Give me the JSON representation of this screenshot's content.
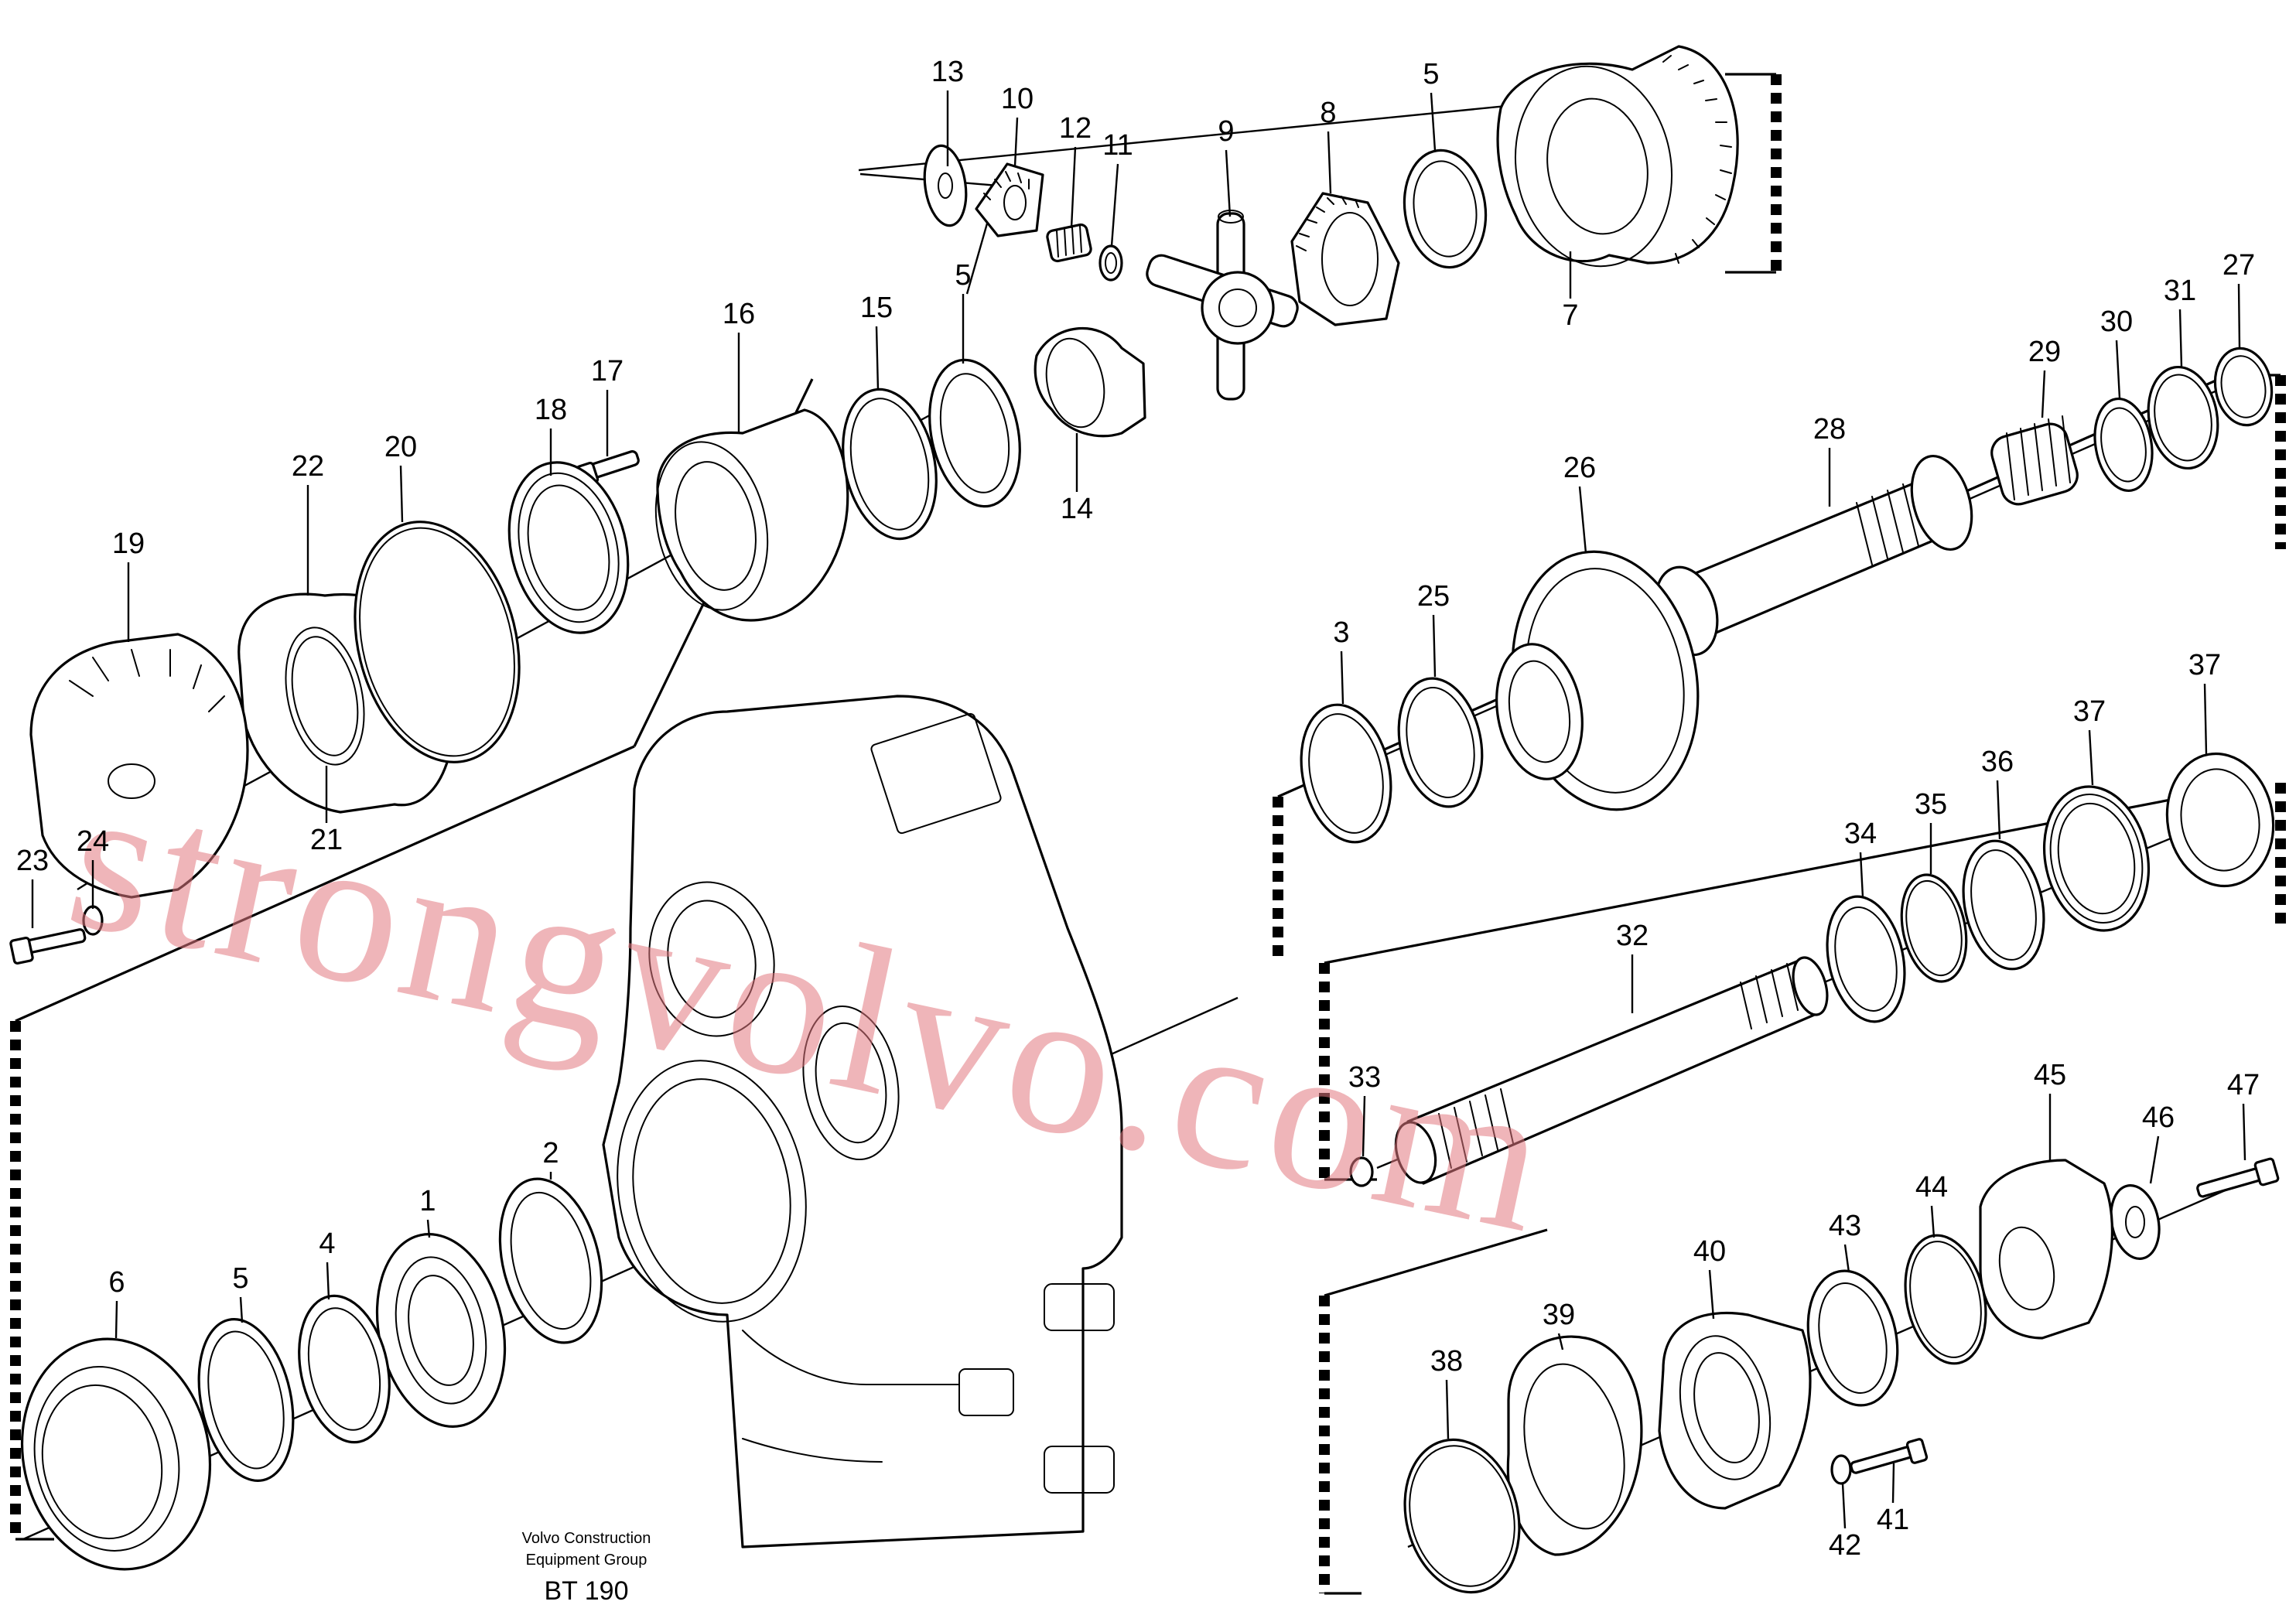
{
  "diagram": {
    "caption_line1": "Volvo Construction",
    "caption_line2": "Equipment Group",
    "drawing_code": "BT 190",
    "watermark": "strongvolvo.com",
    "callouts": [
      {
        "id": "13",
        "label": "13"
      },
      {
        "id": "10",
        "label": "10"
      },
      {
        "id": "12",
        "label": "12"
      },
      {
        "id": "11",
        "label": "11"
      },
      {
        "id": "9",
        "label": "9"
      },
      {
        "id": "8",
        "label": "8"
      },
      {
        "id": "5a",
        "label": "5"
      },
      {
        "id": "7",
        "label": "7"
      },
      {
        "id": "16",
        "label": "16"
      },
      {
        "id": "15",
        "label": "15"
      },
      {
        "id": "5b",
        "label": "5"
      },
      {
        "id": "14",
        "label": "14"
      },
      {
        "id": "17",
        "label": "17"
      },
      {
        "id": "18",
        "label": "18"
      },
      {
        "id": "22",
        "label": "22"
      },
      {
        "id": "20",
        "label": "20"
      },
      {
        "id": "19",
        "label": "19"
      },
      {
        "id": "21",
        "label": "21"
      },
      {
        "id": "23",
        "label": "23"
      },
      {
        "id": "24",
        "label": "24"
      },
      {
        "id": "27",
        "label": "27"
      },
      {
        "id": "31",
        "label": "31"
      },
      {
        "id": "30",
        "label": "30"
      },
      {
        "id": "29",
        "label": "29"
      },
      {
        "id": "28",
        "label": "28"
      },
      {
        "id": "26",
        "label": "26"
      },
      {
        "id": "25",
        "label": "25"
      },
      {
        "id": "3",
        "label": "3"
      },
      {
        "id": "37a",
        "label": "37"
      },
      {
        "id": "37b",
        "label": "37"
      },
      {
        "id": "36",
        "label": "36"
      },
      {
        "id": "35",
        "label": "35"
      },
      {
        "id": "34",
        "label": "34"
      },
      {
        "id": "32",
        "label": "32"
      },
      {
        "id": "33",
        "label": "33"
      },
      {
        "id": "45",
        "label": "45"
      },
      {
        "id": "47",
        "label": "47"
      },
      {
        "id": "46",
        "label": "46"
      },
      {
        "id": "44",
        "label": "44"
      },
      {
        "id": "43",
        "label": "43"
      },
      {
        "id": "40",
        "label": "40"
      },
      {
        "id": "39",
        "label": "39"
      },
      {
        "id": "38",
        "label": "38"
      },
      {
        "id": "42",
        "label": "42"
      },
      {
        "id": "41",
        "label": "41"
      },
      {
        "id": "2",
        "label": "2"
      },
      {
        "id": "1",
        "label": "1"
      },
      {
        "id": "4",
        "label": "4"
      },
      {
        "id": "5c",
        "label": "5"
      },
      {
        "id": "6",
        "label": "6"
      }
    ]
  }
}
